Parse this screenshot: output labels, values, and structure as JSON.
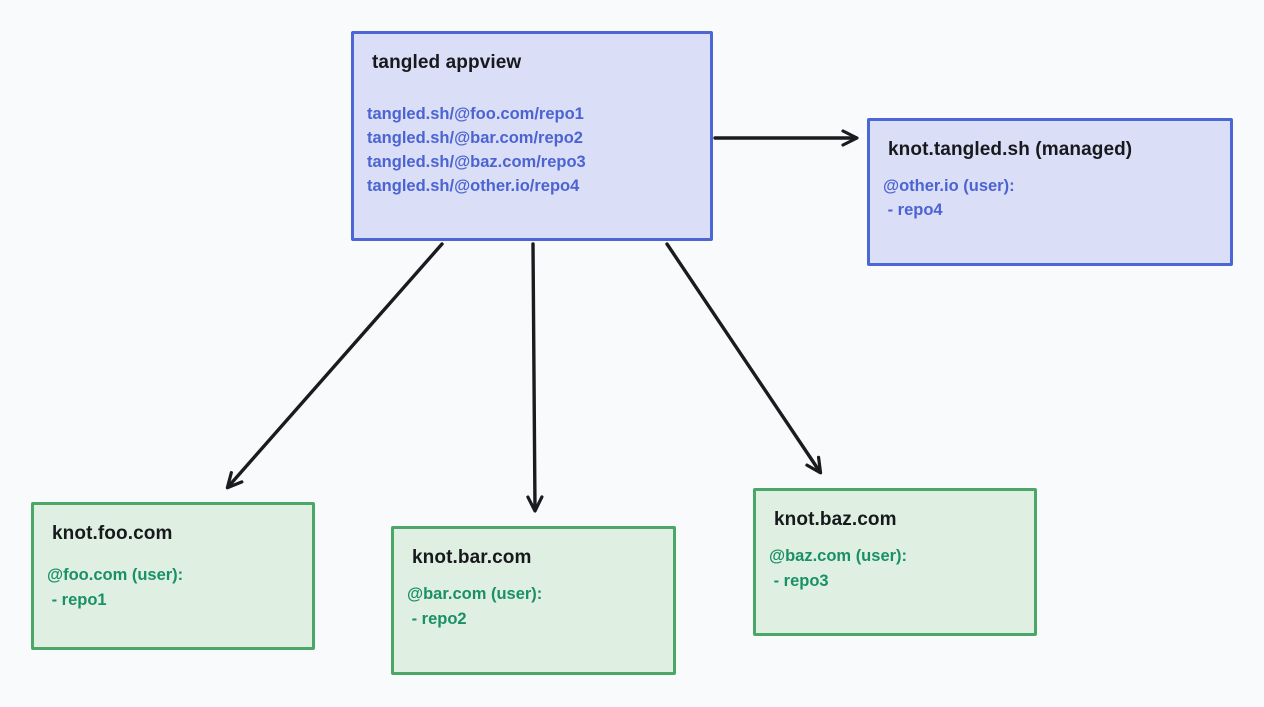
{
  "diagram": {
    "background": "#f8fafc",
    "arrow_color": "#1b1b1f"
  },
  "palette": {
    "blue_fill": "#dbdef7",
    "blue_border": "#4b67d6",
    "blue_text": "#4b64d1",
    "green_fill": "#dff0e2",
    "green_border": "#4aa767",
    "green_text": "#1a9066",
    "title_text": "#17191c"
  },
  "nodes": [
    {
      "id": "appview",
      "variant": "blue",
      "title": "tangled appview",
      "lines": [
        "tangled.sh/@foo.com/repo1",
        "tangled.sh/@bar.com/repo2",
        "tangled.sh/@baz.com/repo3",
        "tangled.sh/@other.io/repo4"
      ]
    },
    {
      "id": "knot-tangled",
      "variant": "blue",
      "title": "knot.tangled.sh (managed)",
      "lines": [
        "@other.io (user):",
        " - repo4"
      ]
    },
    {
      "id": "knot-foo",
      "variant": "green",
      "title": "knot.foo.com",
      "lines": [
        "@foo.com (user):",
        " - repo1"
      ]
    },
    {
      "id": "knot-bar",
      "variant": "green",
      "title": "knot.bar.com",
      "lines": [
        "@bar.com (user):",
        " - repo2"
      ]
    },
    {
      "id": "knot-baz",
      "variant": "green",
      "title": "knot.baz.com",
      "lines": [
        "@baz.com (user):",
        " - repo3"
      ]
    }
  ],
  "arrows": [
    {
      "from": "appview",
      "to": "knot-tangled"
    },
    {
      "from": "appview",
      "to": "knot-foo"
    },
    {
      "from": "appview",
      "to": "knot-bar"
    },
    {
      "from": "appview",
      "to": "knot-baz"
    }
  ]
}
